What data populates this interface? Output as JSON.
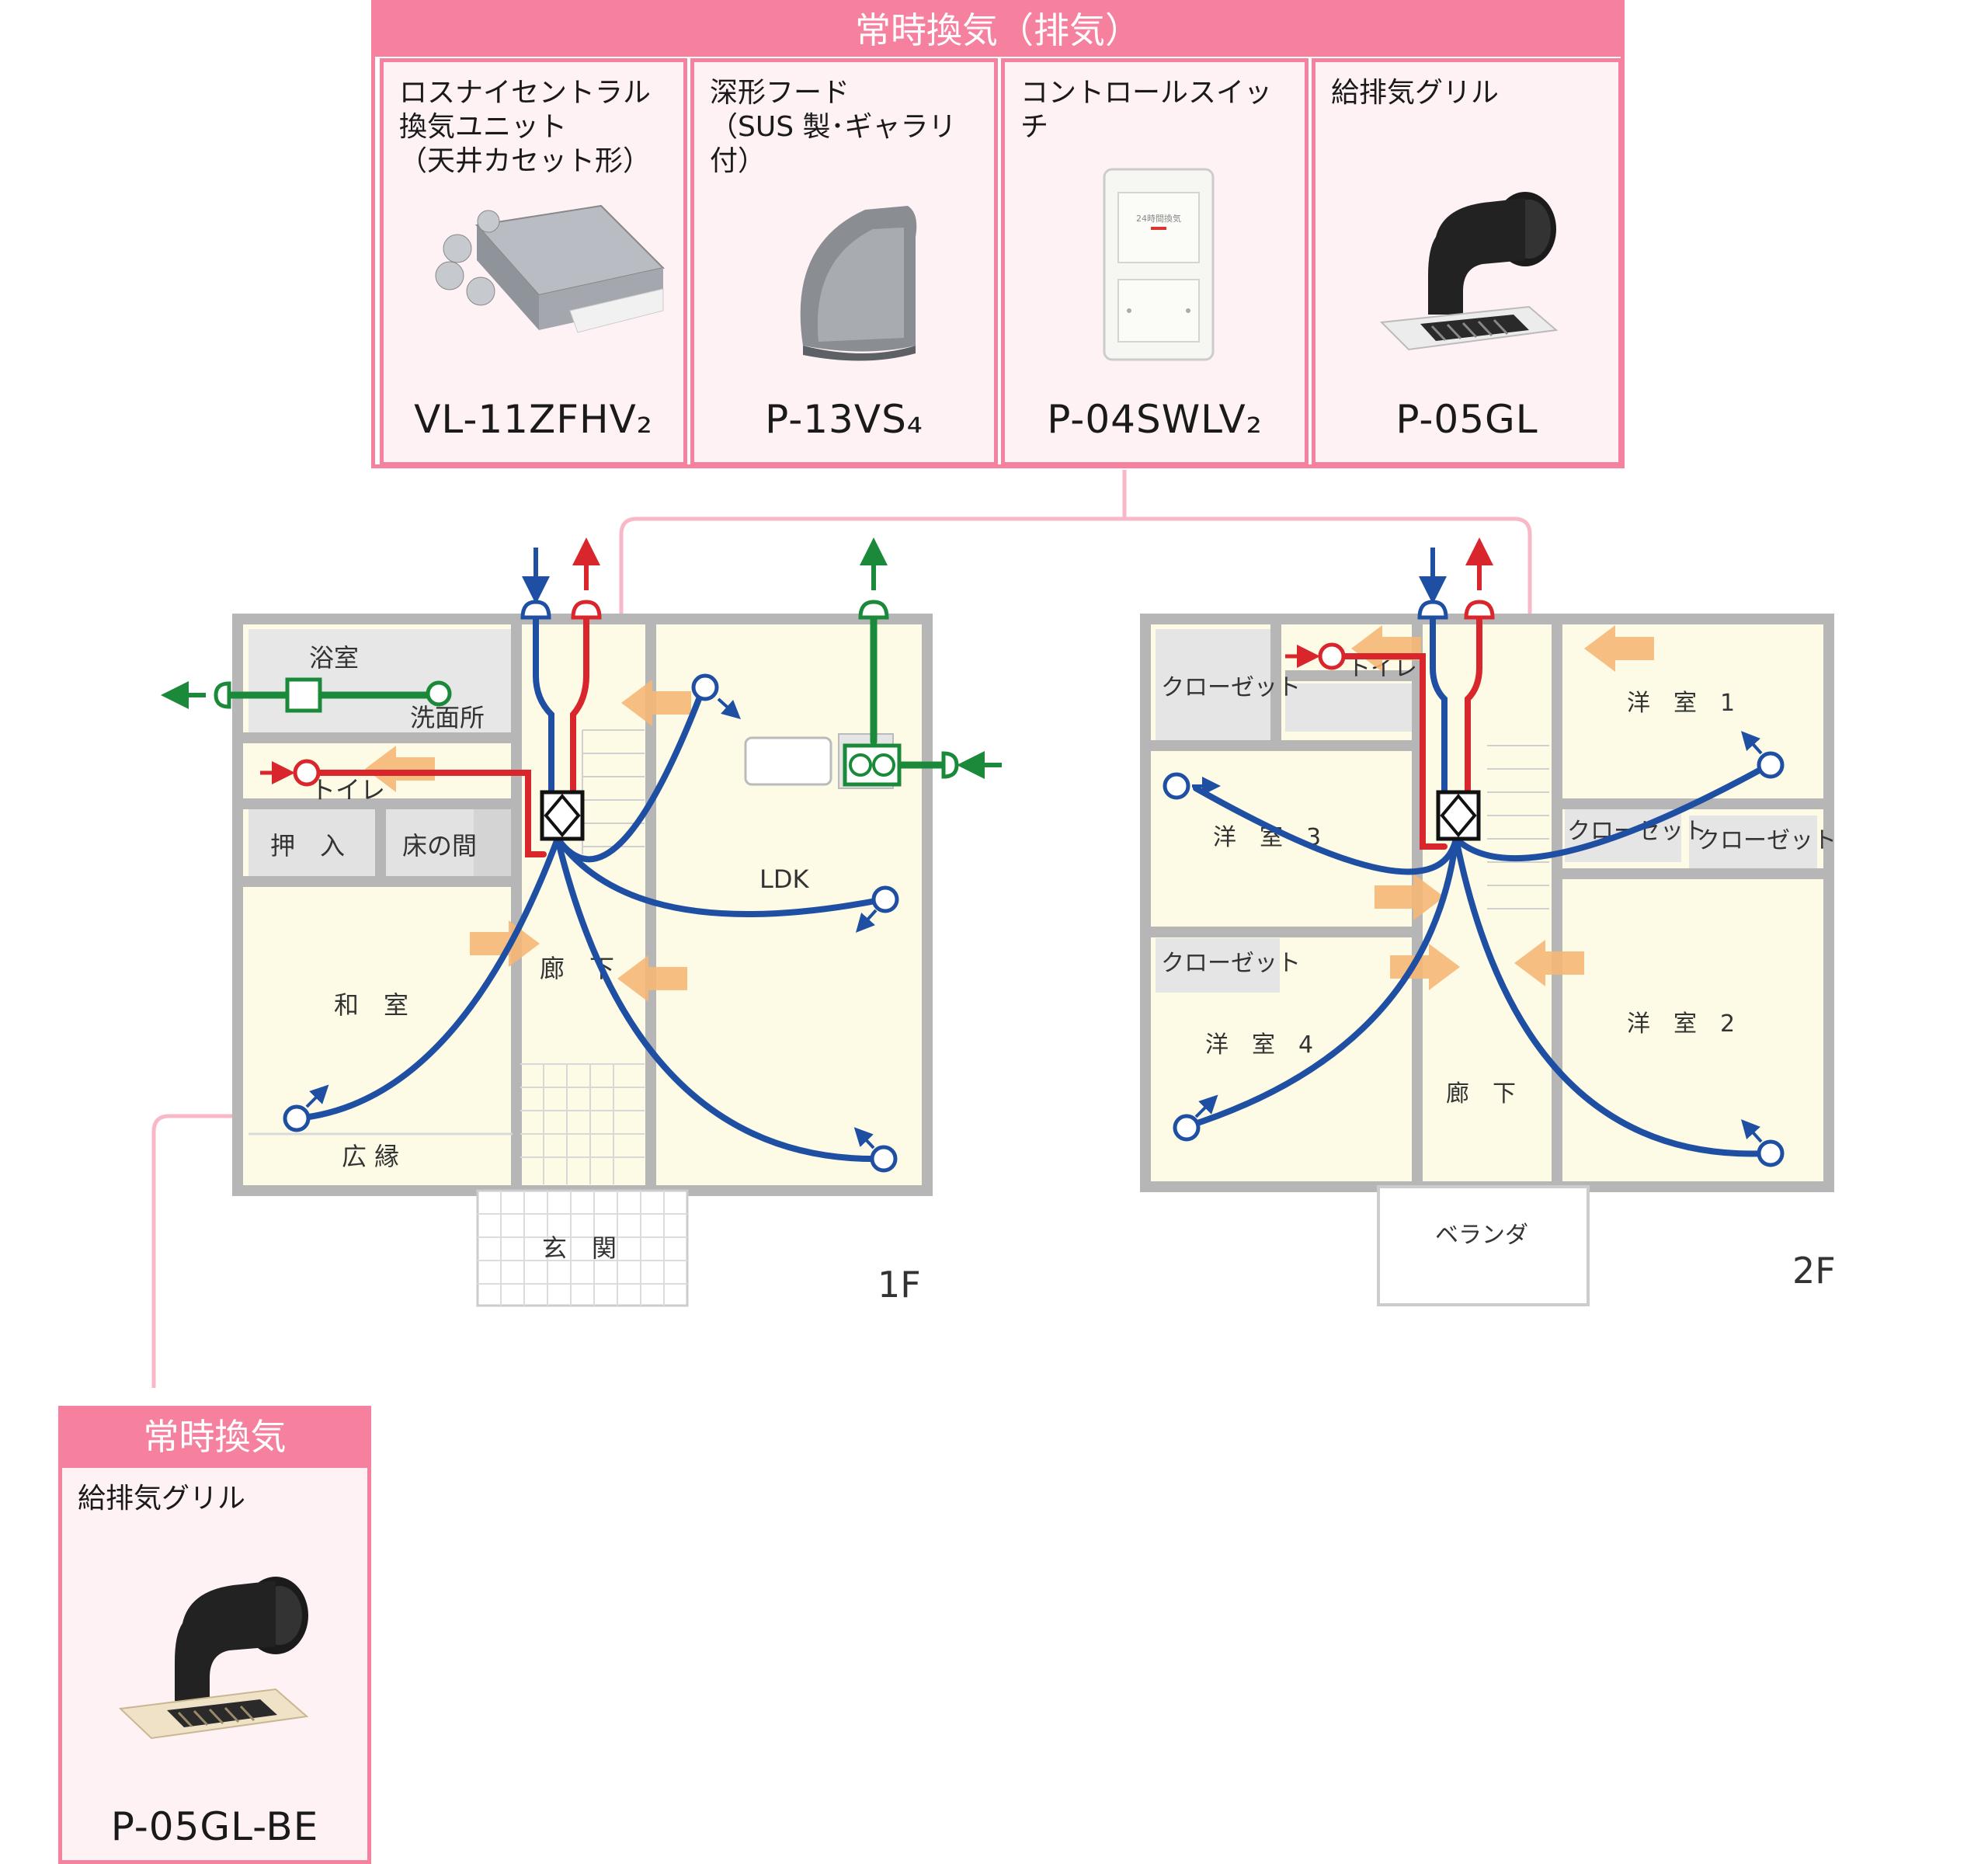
{
  "top_panel": {
    "header": "常時換気（排気）",
    "products": [
      {
        "name": "ロスナイセントラル\n換気ユニット\n（天井カセット形）",
        "model": "VL-11ZFHV₂",
        "icon": "ventilation-unit-icon"
      },
      {
        "name": "深形フード\n（SUS 製･ギャラリ付）",
        "model": "P-13VS₄",
        "icon": "deep-hood-icon"
      },
      {
        "name": "コントロールスイッチ",
        "model": "P-04SWLV₂",
        "icon": "control-switch-icon"
      },
      {
        "name": "給排気グリル",
        "model": "P-05GL",
        "icon": "exhaust-grille-icon"
      }
    ],
    "switch_text": "24時間換気"
  },
  "bottom_panel": {
    "header": "常時換気",
    "product": {
      "name": "給排気グリル",
      "model": "P-05GL-BE",
      "icon": "beige-grille-icon"
    }
  },
  "floor1": {
    "label": "1F",
    "rooms": [
      "浴室",
      "洗面所",
      "トイレ",
      "押　入",
      "床の間",
      "和　室",
      "広 縁",
      "廊　下",
      "LDK",
      "玄　関"
    ]
  },
  "floor2": {
    "label": "2F",
    "rooms": [
      "クローゼット",
      "トイレ",
      "洋　室　1",
      "洋　室　3",
      "クローゼット",
      "クローゼット",
      "クローゼット",
      "洋　室　4",
      "廊　下",
      "洋　室　2",
      "ベランダ"
    ]
  },
  "colors": {
    "pink_frame": "#f5819f",
    "pink_cell": "#fff2f5",
    "supply_duct": "#1e4fa3",
    "exhaust_duct": "#d9262c",
    "outdoor_duct": "#1a8a3a",
    "air_flow_arrow": "#f7b777",
    "floor_fill": "#fdfbe6",
    "wall": "#b6b6b6"
  }
}
